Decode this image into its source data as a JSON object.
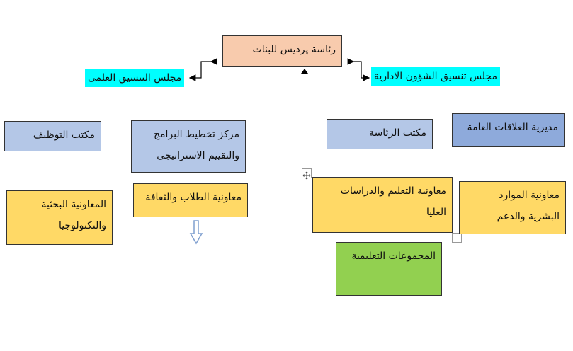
{
  "colors": {
    "peach": "#f8cbad",
    "cyan": "#00ffff",
    "lightBlue": "#b4c7e7",
    "midBlue": "#8eaadb",
    "yellow": "#ffd966",
    "green": "#92d050"
  },
  "nodes": {
    "head": "رئاسة پرديس للبنات",
    "scientific": "مجلس التنسيق العلمى",
    "administrative": "مجلس تنسيق الشؤون الادارية",
    "employment": "مكتب التوظيف",
    "planning": "مركز تخطيط البرامج والتقييم الاستراتيجى",
    "presidency_office": "مكتب الرئاسة",
    "public_relations": "مديرية العلاقات العامة",
    "students_culture": "معاونية الطلاب والثقافة",
    "research_tech": "المعاونية البحثية والتكنولوجيا",
    "education_grad": "معاونية التعليم والدراسات العليا",
    "hr_support": "معاونية الموارد البشرية والدعم",
    "edu_groups": "المجموعات التعليمية"
  }
}
